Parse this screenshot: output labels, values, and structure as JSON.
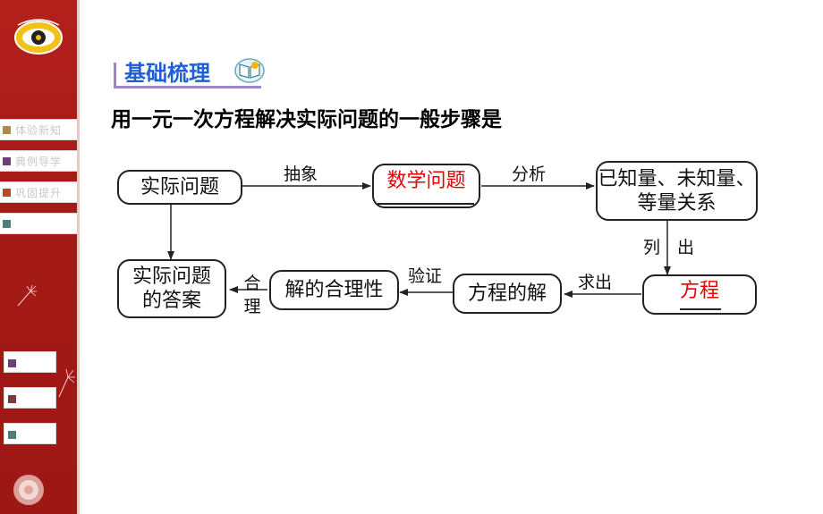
{
  "sidebar": {
    "logo_alt": "中国教育科研",
    "nav_items": [
      {
        "label": "体验新知",
        "color": "#b08a4a"
      },
      {
        "label": "典例导学",
        "color": "#6a3f7a"
      },
      {
        "label": "巩固提升",
        "color": "#c0452a"
      }
    ],
    "extra_marker_color": "#4f7f7a",
    "mini_buttons": [
      {
        "color": "#6a3f7a"
      },
      {
        "color": "#7a3b3b"
      },
      {
        "color": "#4f7f7a"
      }
    ]
  },
  "section": {
    "heading": "基础梳理",
    "intro": "用一元一次方程解决实际问题的一般步骤是"
  },
  "flowchart": {
    "nodes": {
      "real_problem": "实际问题",
      "math_problem": "数学问题",
      "relations_line1": "已知量、未知量、",
      "relations_line2": "等量关系",
      "equation": "方程",
      "solution": "方程的解",
      "reasonable": "解的合理性",
      "answer_line1": "实际问题",
      "answer_line2": "的答案"
    },
    "edges": {
      "abstract": "抽象",
      "analyze": "分析",
      "list_1": "列",
      "list_2": "出",
      "solve": "求出",
      "verify": "验证",
      "reason_1": "合",
      "reason_2": "理"
    },
    "highlight_color": "#e60000"
  }
}
